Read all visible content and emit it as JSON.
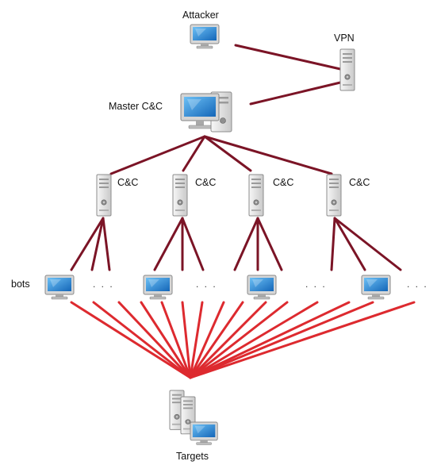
{
  "labels": {
    "attacker": "Attacker",
    "vpn": "VPN",
    "master": "Master C&C",
    "cc1": "C&C",
    "cc2": "C&C",
    "cc3": "C&C",
    "cc4": "C&C",
    "bots": "bots",
    "targets": "Targets",
    "ellipsis": ". . ."
  },
  "colors": {
    "control_link": "#7b1426",
    "attack_link": "#dd2a2f",
    "screen": "#1e7fd0",
    "case": "#e6e6e6"
  },
  "icons": {
    "attacker": "desktop-monitor-icon",
    "vpn": "server-tower-icon",
    "master": "computer-with-tower-icon",
    "cc": "server-tower-icon",
    "bot": "desktop-monitor-icon",
    "targets": "server-cluster-icon"
  }
}
